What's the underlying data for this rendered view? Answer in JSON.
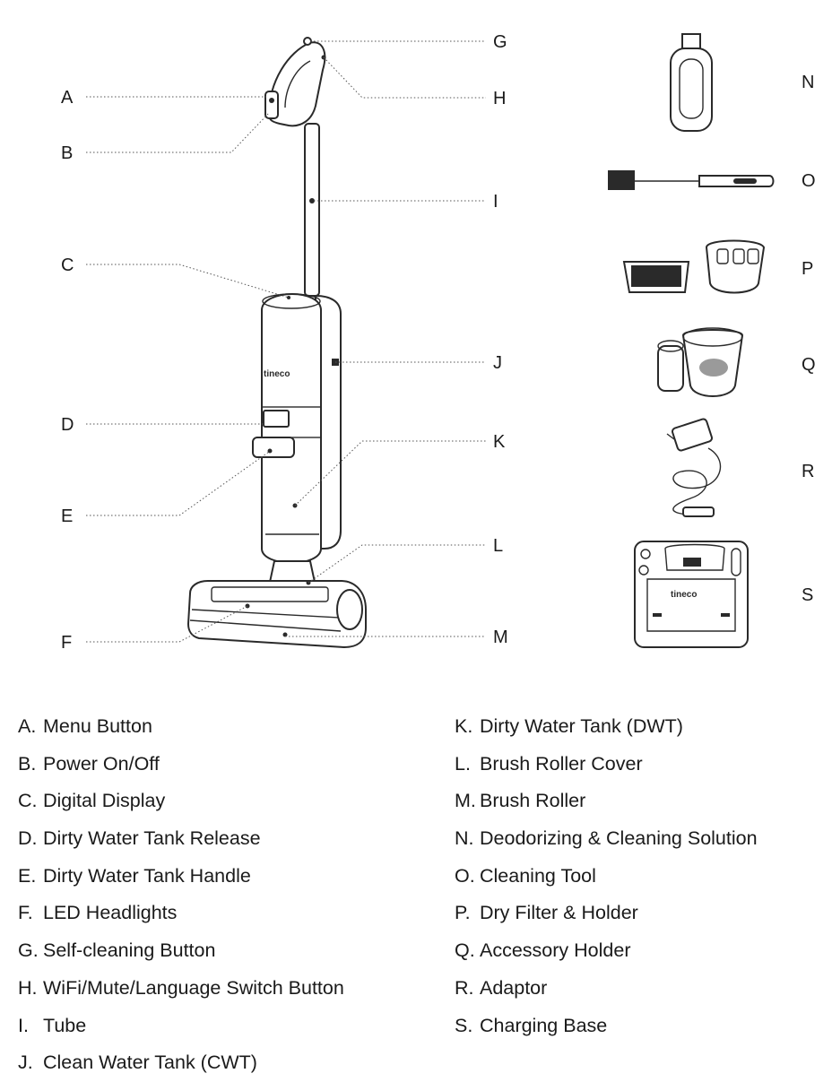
{
  "callouts": {
    "A": "A",
    "B": "B",
    "C": "C",
    "D": "D",
    "E": "E",
    "F": "F",
    "G": "G",
    "H": "H",
    "I": "I",
    "J": "J",
    "K": "K",
    "L": "L",
    "M": "M",
    "N": "N",
    "O": "O",
    "P": "P",
    "Q": "Q",
    "R": "R",
    "S": "S"
  },
  "brand_mark": "tineco",
  "legend": {
    "left": [
      {
        "letter": "A.",
        "text": "Menu Button"
      },
      {
        "letter": "B.",
        "text": "Power On/Off"
      },
      {
        "letter": "C.",
        "text": "Digital Display"
      },
      {
        "letter": "D.",
        "text": "Dirty Water Tank Release"
      },
      {
        "letter": "E.",
        "text": "Dirty Water Tank Handle"
      },
      {
        "letter": "F.",
        "text": "LED Headlights"
      },
      {
        "letter": "G.",
        "text": "Self-cleaning Button"
      },
      {
        "letter": "H.",
        "text": "WiFi/Mute/Language Switch Button"
      },
      {
        "letter": "I.",
        "text": "Tube"
      },
      {
        "letter": "J.",
        "text": "Clean Water Tank (CWT)"
      }
    ],
    "right": [
      {
        "letter": "K.",
        "text": "Dirty Water Tank (DWT)"
      },
      {
        "letter": "L.",
        "text": "Brush Roller Cover"
      },
      {
        "letter": "M.",
        "text": "Brush Roller"
      },
      {
        "letter": "N.",
        "text": "Deodorizing & Cleaning Solution"
      },
      {
        "letter": "O.",
        "text": "Cleaning Tool"
      },
      {
        "letter": "P.",
        "text": "Dry Filter & Holder"
      },
      {
        "letter": "Q.",
        "text": "Accessory Holder"
      },
      {
        "letter": "R.",
        "text": "Adaptor"
      },
      {
        "letter": "S.",
        "text": "Charging Base"
      }
    ]
  }
}
